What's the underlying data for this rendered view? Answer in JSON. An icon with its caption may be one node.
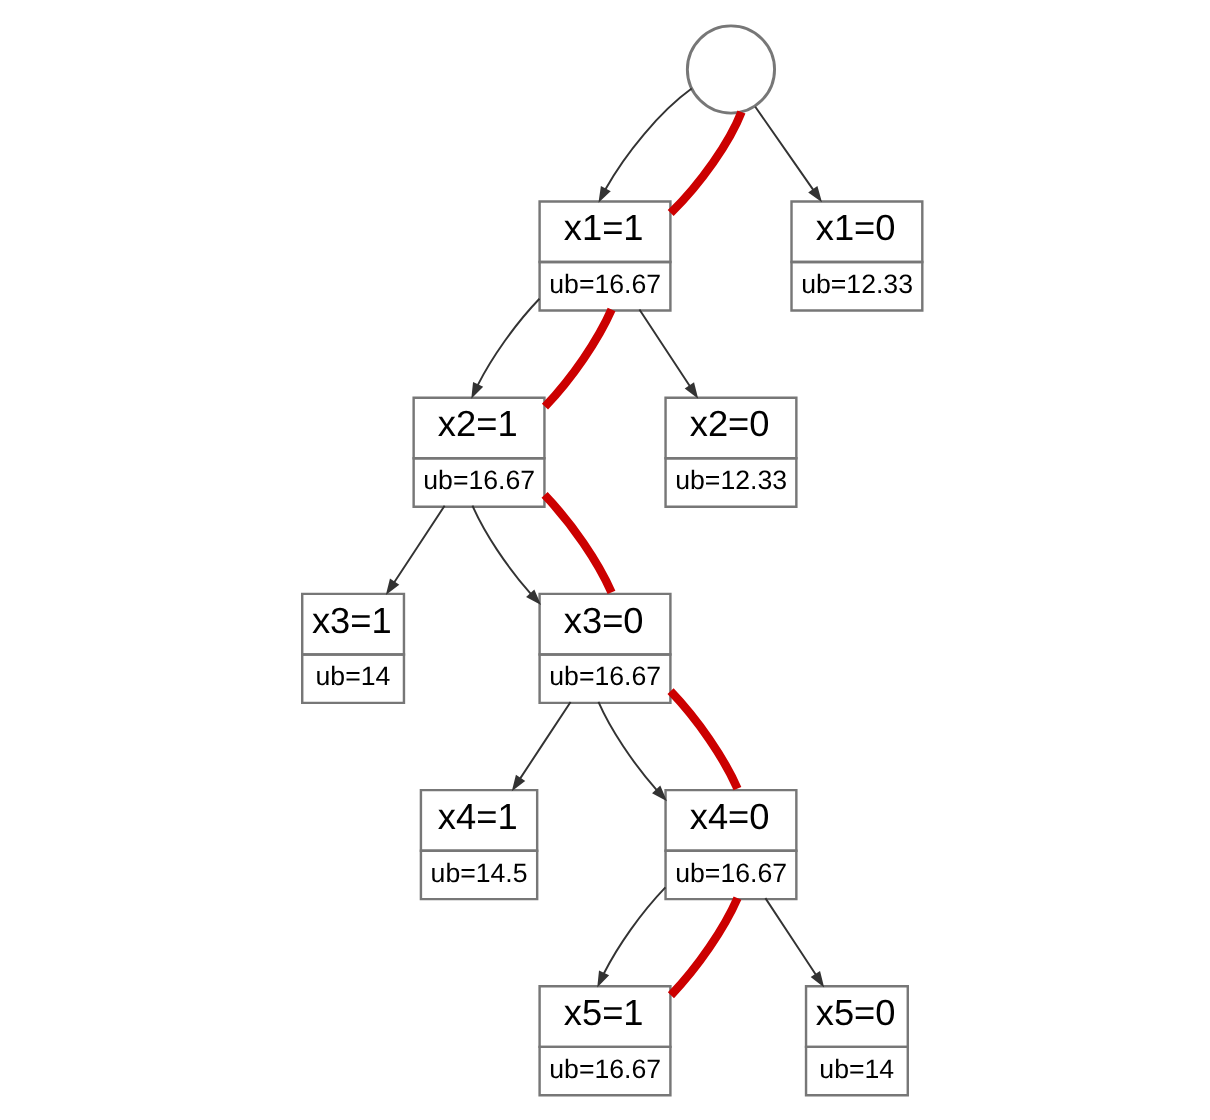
{
  "diagram": {
    "nodes": [
      {
        "text": [],
        "shape": "circle"
      },
      {
        "text": [
          "x1=1",
          "ub=16.67"
        ]
      },
      {
        "text": [
          "x1=0",
          "ub=12.33"
        ]
      },
      {
        "text": [
          "x2=1",
          "ub=16.67"
        ]
      },
      {
        "text": [
          "x2=0",
          "ub=12.33"
        ]
      },
      {
        "text": [
          "x3=1",
          "ub=14"
        ]
      },
      {
        "text": [
          "x3=0",
          "ub=16.67"
        ]
      },
      {
        "text": [
          "x4=1",
          "ub=14.5"
        ]
      },
      {
        "text": [
          "x4=0",
          "ub=16.67"
        ]
      },
      {
        "text": [
          "x5=1",
          "ub=16.67"
        ]
      },
      {
        "text": [
          "x5=0",
          "ub=14"
        ]
      }
    ],
    "edges": [
      {
        "from": 0,
        "to": 1,
        "arrow": "to"
      },
      {
        "from": 0,
        "to": 2,
        "arrow": "to"
      },
      {
        "from": 1,
        "to": 3,
        "arrow": "to"
      },
      {
        "from": 1,
        "to": 4,
        "arrow": "to"
      },
      {
        "from": 3,
        "to": 5,
        "arrow": "to"
      },
      {
        "from": 3,
        "to": 6,
        "arrow": "to"
      },
      {
        "from": 6,
        "to": 7,
        "arrow": "to"
      },
      {
        "from": 6,
        "to": 8,
        "arrow": "to"
      },
      {
        "from": 8,
        "to": 9,
        "arrow": "to"
      },
      {
        "from": 8,
        "to": 10,
        "arrow": "to"
      },
      {
        "from": 0,
        "to": 1,
        "arrow": "none",
        "style": "thick",
        "color": "#cc0000"
      },
      {
        "from": 1,
        "to": 3,
        "arrow": "none",
        "style": "thick",
        "color": "#cc0000"
      },
      {
        "from": 3,
        "to": 6,
        "arrow": "none",
        "style": "thick",
        "color": "#cc0000"
      },
      {
        "from": 6,
        "to": 8,
        "arrow": "none",
        "style": "thick",
        "color": "#cc0000"
      },
      {
        "from": 8,
        "to": 9,
        "arrow": "none",
        "style": "thick",
        "color": "#cc0000"
      }
    ]
  }
}
